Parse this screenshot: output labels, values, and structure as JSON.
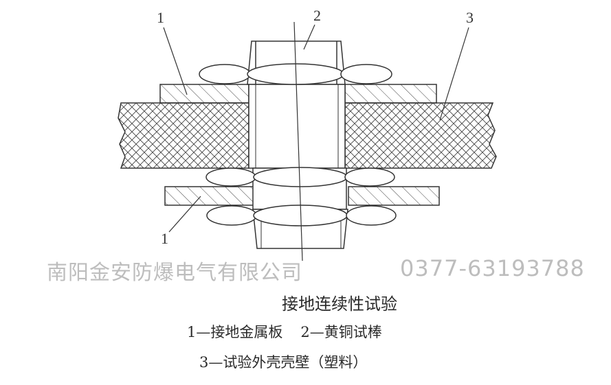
{
  "labels": {
    "callout_1_top": "1",
    "callout_2": "2",
    "callout_3": "3",
    "callout_1_bottom": "1"
  },
  "watermark": {
    "company": "南阳金安防爆电气有限公司",
    "phone": "0377-63193788"
  },
  "caption": {
    "title": "接地连续性试验",
    "item_1": "1—接地金属板",
    "item_2": "2—黄铜试棒",
    "item_3": "3—试验外壳壳壁（塑料）"
  }
}
